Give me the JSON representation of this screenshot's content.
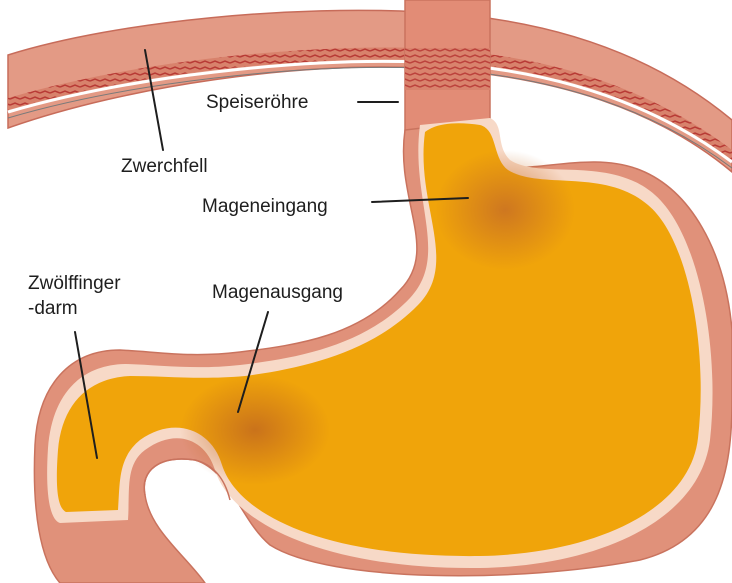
{
  "labels": {
    "speiseroehre": "Speiseröhre",
    "zwerchfell": "Zwerchfell",
    "mageneingang": "Mageneingang",
    "zwoelffinger_line1": "Zwölffinger",
    "zwoelffinger_line2": "-darm",
    "magenausgang": "Magenausgang"
  },
  "colors": {
    "background": "#ffffff",
    "diaphragm": "#d9806a",
    "diaphragm_dark": "#c0473c",
    "tissue": "#e0917a",
    "tissue_edge": "#f3c9b6",
    "lining": "#f7d9c7",
    "content": "#f0a40a",
    "content_shade": "#cf7a1a",
    "label_text": "#1e1e1e"
  }
}
